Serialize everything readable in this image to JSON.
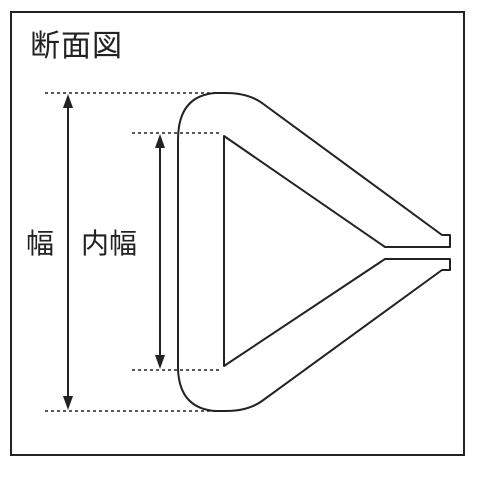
{
  "title": "断面図",
  "labels": {
    "outer_width": "幅",
    "inner_width": "内幅"
  },
  "colors": {
    "line": "#222222",
    "background": "#ffffff"
  }
}
